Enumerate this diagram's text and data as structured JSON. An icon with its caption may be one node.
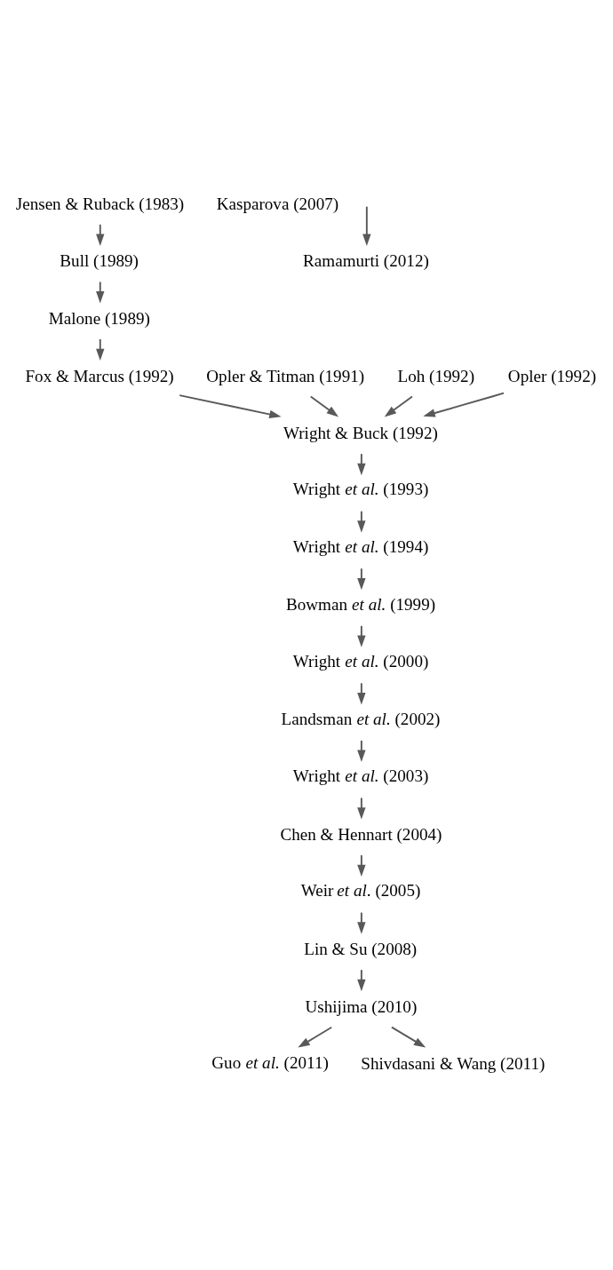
{
  "diagram": {
    "nodes": [
      {
        "text": [
          "Jensen & Ruback (1983)"
        ]
      },
      {
        "text": [
          "Bull (1989)"
        ]
      },
      {
        "text": [
          "Malone (1989)"
        ]
      },
      {
        "text": [
          "Opler & Titman (1991)"
        ]
      },
      {
        "text": [
          "Fox & Marcus (1992)"
        ]
      },
      {
        "text": [
          "Loh (1992)"
        ]
      },
      {
        "text": [
          "Opler (1992)"
        ]
      },
      {
        "text": [
          "Wright & Buck (1992)"
        ]
      },
      {
        "text": [
          "Wright *et al.* (1993)"
        ]
      },
      {
        "text": [
          "Wright *et al.* (1994)"
        ]
      },
      {
        "text": [
          "Bowman *et al.* (1999)"
        ]
      },
      {
        "text": [
          "Wright *et al.* (2000)"
        ]
      },
      {
        "text": [
          "Landsman *et al.* (2002)"
        ]
      },
      {
        "text": [
          "Wright *et al.* (2003)"
        ]
      },
      {
        "text": [
          "Chen & Hennart (2004)"
        ]
      },
      {
        "text": [
          "Weir *et al*. (2005)"
        ]
      },
      {
        "text": [
          "Kasparova (2007)"
        ]
      },
      {
        "text": [
          "Lin & Su (2008)"
        ]
      },
      {
        "text": [
          "Ushijima (2010)"
        ]
      },
      {
        "text": [
          "Guo *et al.* (2011)"
        ]
      },
      {
        "text": [
          "Shivdasani & Wang (2011)"
        ]
      },
      {
        "text": [
          "Ramamurti (2012)"
        ]
      }
    ],
    "edges": [
      {
        "from": 0,
        "to": 1,
        "arrow": "to"
      },
      {
        "from": 1,
        "to": 2,
        "arrow": "to"
      },
      {
        "from": 2,
        "to": 4,
        "arrow": "to"
      },
      {
        "from": 3,
        "to": 7,
        "arrow": "to"
      },
      {
        "from": 4,
        "to": 7,
        "arrow": "to"
      },
      {
        "from": 5,
        "to": 7,
        "arrow": "to"
      },
      {
        "from": 6,
        "to": 7,
        "arrow": "to"
      },
      {
        "from": 7,
        "to": 8,
        "arrow": "to"
      },
      {
        "from": 8,
        "to": 9,
        "arrow": "to"
      },
      {
        "from": 9,
        "to": 10,
        "arrow": "to"
      },
      {
        "from": 10,
        "to": 11,
        "arrow": "to"
      },
      {
        "from": 11,
        "to": 12,
        "arrow": "to"
      },
      {
        "from": 12,
        "to": 13,
        "arrow": "to"
      },
      {
        "from": 13,
        "to": 14,
        "arrow": "to"
      },
      {
        "from": 14,
        "to": 15,
        "arrow": "to"
      },
      {
        "from": 15,
        "to": 17,
        "arrow": "to"
      },
      {
        "from": 17,
        "to": 18,
        "arrow": "to"
      },
      {
        "from": 18,
        "to": 19,
        "arrow": "to"
      },
      {
        "from": 18,
        "to": 20,
        "arrow": "to"
      },
      {
        "from": null,
        "to": 21,
        "arrow": "to"
      }
    ]
  }
}
